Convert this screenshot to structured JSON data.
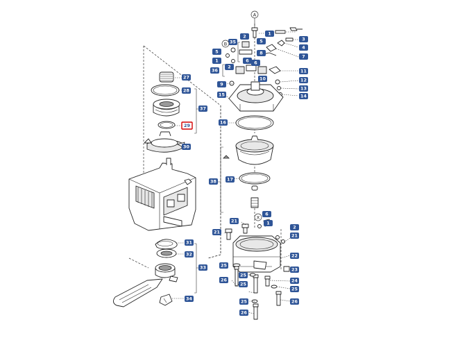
{
  "diagram": {
    "callouts": [
      {
        "id": "27",
        "text": "27"
      },
      {
        "id": "28",
        "text": "28"
      },
      {
        "id": "29",
        "text": "29",
        "highlighted": true
      },
      {
        "id": "30",
        "text": "30"
      },
      {
        "id": "31",
        "text": "31"
      },
      {
        "id": "32",
        "text": "32"
      },
      {
        "id": "33",
        "text": "33"
      },
      {
        "id": "34",
        "text": "34"
      },
      {
        "id": "37",
        "text": "37"
      },
      {
        "id": "1a",
        "text": "1"
      },
      {
        "id": "2a",
        "text": "2"
      },
      {
        "id": "3",
        "text": "3"
      },
      {
        "id": "4",
        "text": "4"
      },
      {
        "id": "5a",
        "text": "5"
      },
      {
        "id": "5b",
        "text": "5"
      },
      {
        "id": "6a",
        "text": "6"
      },
      {
        "id": "7",
        "text": "7"
      },
      {
        "id": "8",
        "text": "8"
      },
      {
        "id": "1b",
        "text": "1"
      },
      {
        "id": "2b",
        "text": "2"
      },
      {
        "id": "6b",
        "text": "6"
      },
      {
        "id": "35",
        "text": "35"
      },
      {
        "id": "36",
        "text": "36"
      },
      {
        "id": "10",
        "text": "10"
      },
      {
        "id": "11",
        "text": "11"
      },
      {
        "id": "9",
        "text": "9"
      },
      {
        "id": "12",
        "text": "12"
      },
      {
        "id": "13",
        "text": "13"
      },
      {
        "id": "14",
        "text": "14"
      },
      {
        "id": "15",
        "text": "15"
      },
      {
        "id": "16",
        "text": "16"
      },
      {
        "id": "17",
        "text": "17"
      },
      {
        "id": "38",
        "text": "38"
      },
      {
        "id": "21a",
        "text": "21"
      },
      {
        "id": "21b",
        "text": "21"
      },
      {
        "id": "21c",
        "text": "21"
      },
      {
        "id": "6c",
        "text": "6"
      },
      {
        "id": "1c",
        "text": "1"
      },
      {
        "id": "2c",
        "text": "2"
      },
      {
        "id": "22",
        "text": "22"
      },
      {
        "id": "23",
        "text": "23"
      },
      {
        "id": "24",
        "text": "24"
      },
      {
        "id": "25a",
        "text": "25"
      },
      {
        "id": "25b",
        "text": "25"
      },
      {
        "id": "25c",
        "text": "25"
      },
      {
        "id": "25d",
        "text": "25"
      },
      {
        "id": "25e",
        "text": "25"
      },
      {
        "id": "26a",
        "text": "26"
      },
      {
        "id": "26b",
        "text": "26"
      },
      {
        "id": "26c",
        "text": "26"
      }
    ],
    "reference_markers": [
      {
        "id": "A1",
        "text": "A"
      },
      {
        "id": "B1",
        "text": "B"
      },
      {
        "id": "X1",
        "text": "X"
      }
    ],
    "colors": {
      "callout": "#2f5597",
      "highlight": "#d40000"
    }
  }
}
